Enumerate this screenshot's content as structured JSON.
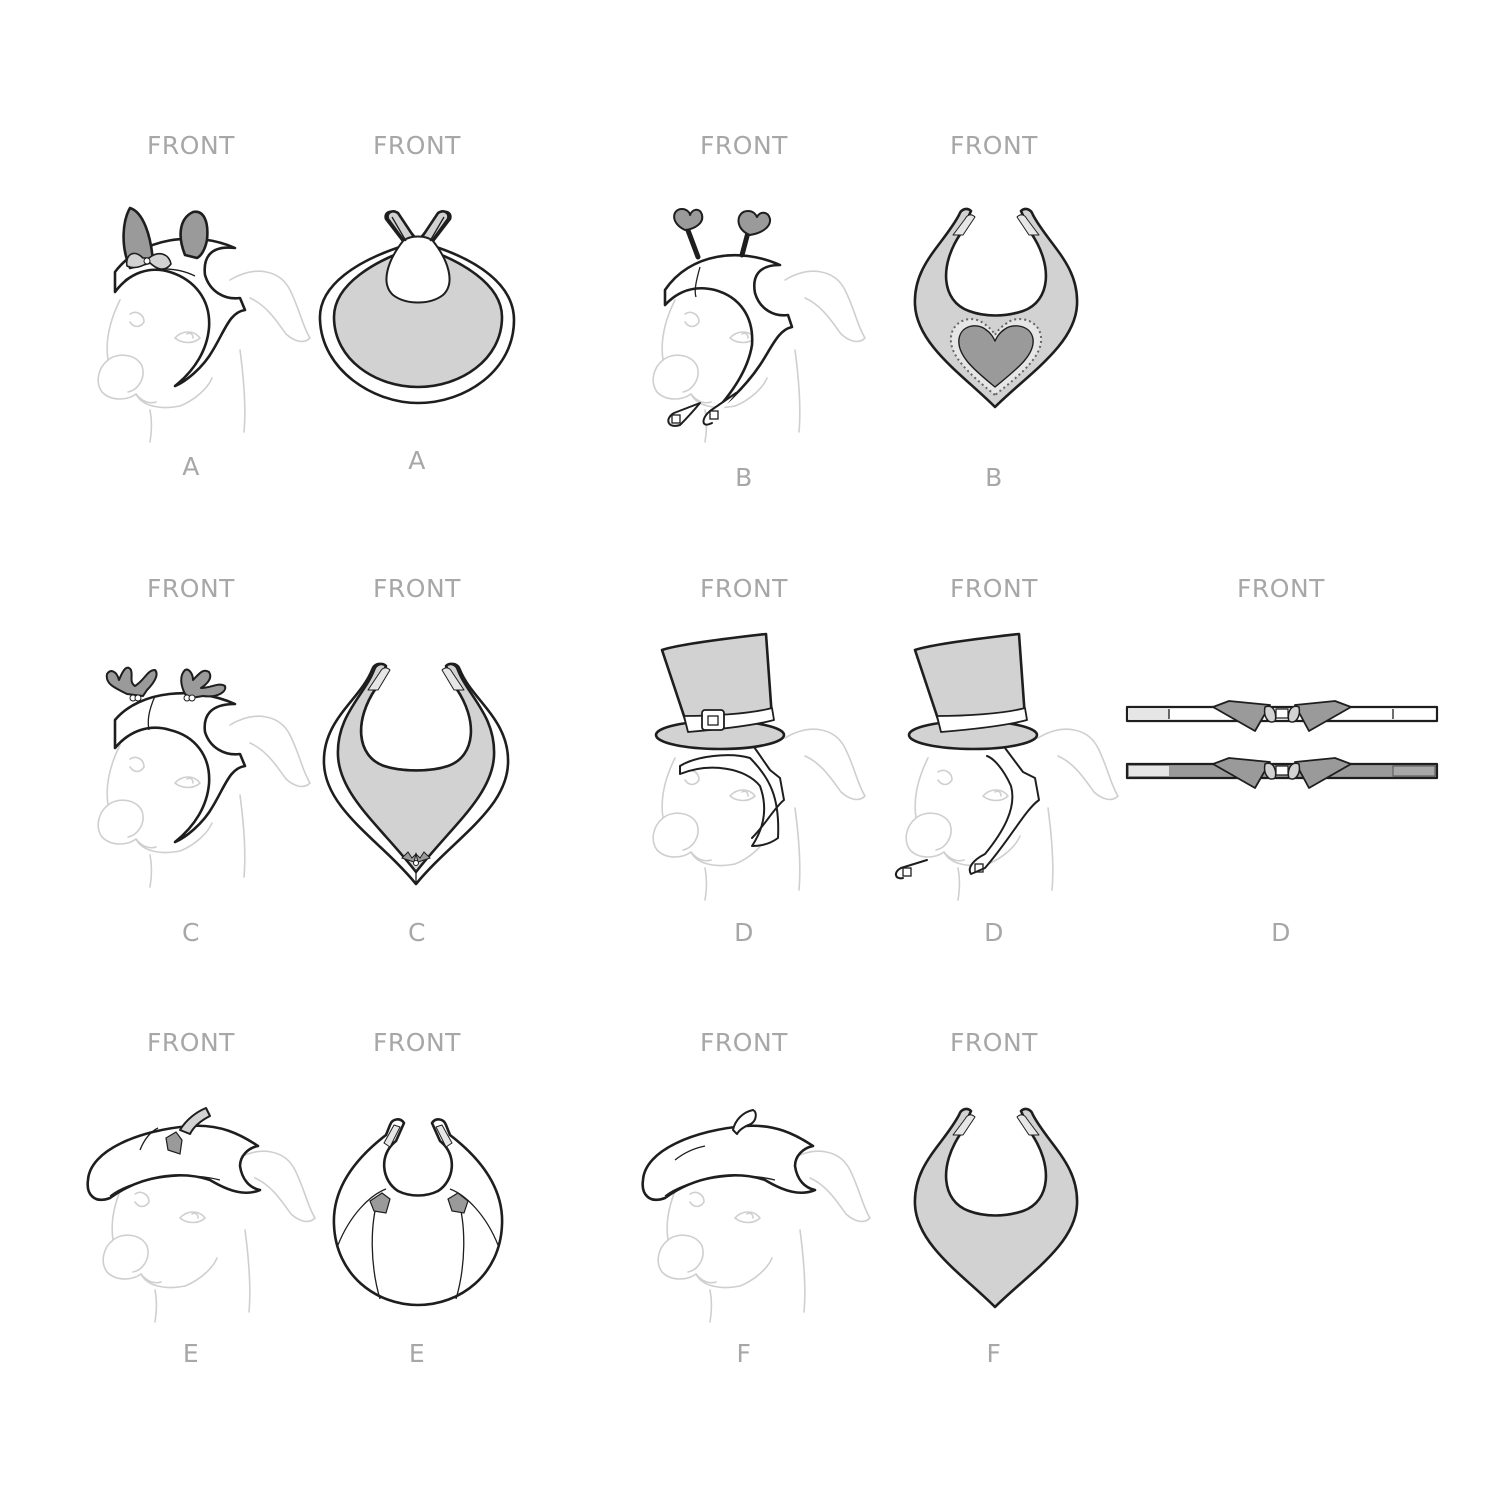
{
  "sheet": {
    "type": "sewing pattern technical drawing",
    "view_label": "FRONT",
    "colors": {
      "background": "#ffffff",
      "label_text": "#a7a7a7",
      "outline": "#1e1e1e",
      "fabric_light": "#d2d2d2",
      "fabric_dark": "#9a9a9a",
      "dog_sketch": "#cfcfcf"
    }
  },
  "rows": [
    {
      "items": [
        {
          "view": "FRONT",
          "view_label": "A",
          "piece": "headband",
          "decoration": "bunny ears with bow"
        },
        {
          "view": "FRONT",
          "view_label": "A",
          "piece": "bib",
          "decoration": "round bib with contrast border"
        },
        {
          "view": "FRONT",
          "view_label": "B",
          "piece": "headband",
          "decoration": "heart antennae boppers with chin strap"
        },
        {
          "view": "FRONT",
          "view_label": "B",
          "piece": "bandana",
          "decoration": "lace-trimmed heart appliqué"
        }
      ]
    },
    {
      "items": [
        {
          "view": "FRONT",
          "view_label": "C",
          "piece": "headband",
          "decoration": "reindeer antlers with holly"
        },
        {
          "view": "FRONT",
          "view_label": "C",
          "piece": "bandana",
          "decoration": "contrast border with holly at point"
        },
        {
          "view": "FRONT",
          "view_label": "D",
          "piece": "headband",
          "decoration": "top hat with buckle band"
        },
        {
          "view": "FRONT",
          "view_label": "D",
          "piece": "headband",
          "decoration": "top hat with band and chin strap"
        },
        {
          "view": "FRONT",
          "view_label": "D",
          "piece": "collar",
          "decoration": "collar points with bow tie (two versions)"
        }
      ]
    },
    {
      "items": [
        {
          "view": "FRONT",
          "view_label": "E",
          "piece": "hat",
          "decoration": "pumpkin beret with stem and leaves"
        },
        {
          "view": "FRONT",
          "view_label": "E",
          "piece": "bib",
          "decoration": "pumpkin bib with leaves"
        },
        {
          "view": "FRONT",
          "view_label": "F",
          "piece": "hat",
          "decoration": "beret with stem"
        },
        {
          "view": "FRONT",
          "view_label": "F",
          "piece": "bandana",
          "decoration": "plain bandana"
        }
      ]
    }
  ]
}
